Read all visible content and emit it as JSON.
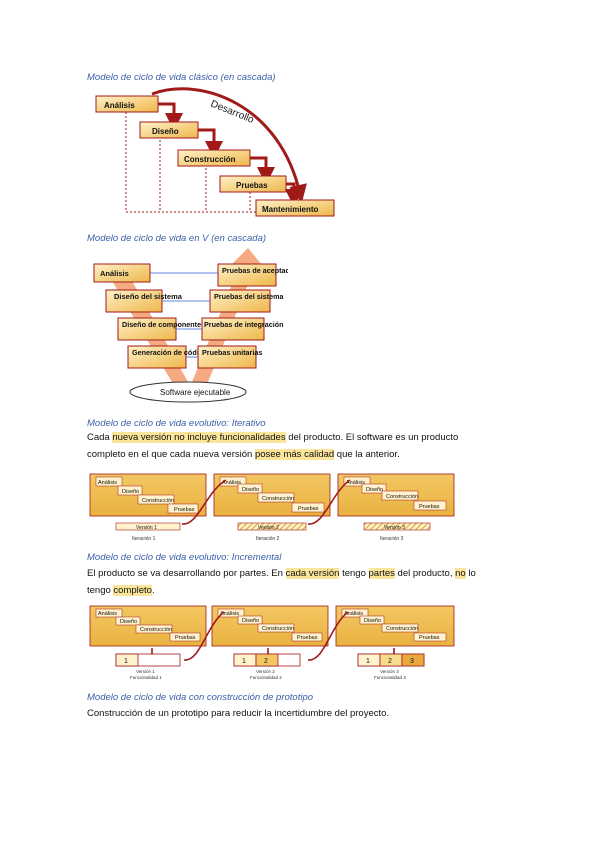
{
  "sections": {
    "s1": {
      "heading": "Modelo de ciclo de vida clásico (en cascada)",
      "diagram": {
        "stages": [
          "Análisis",
          "Diseño",
          "Construcción",
          "Pruebas",
          "Mantenimiento"
        ],
        "arc_label": "Desarrollo"
      }
    },
    "s2": {
      "heading": "Modelo de ciclo de vida en V (en cascada)",
      "diagram": {
        "left": [
          "Análisis",
          "Diseño del sistema",
          "Diseño de componentes",
          "Generación de código"
        ],
        "right": [
          "Pruebas de aceptación",
          "Pruebas del sistema",
          "Pruebas de integración",
          "Pruebas unitarias"
        ],
        "bottom": "Software ejecutable"
      }
    },
    "s3": {
      "heading": "Modelo de ciclo de vida evolutivo: Iterativo",
      "para": {
        "p1": "Cada ",
        "h1": "nueva versión no incluye funcionalidades",
        "p2": " del producto. El software es un producto",
        "p3": "completo en el que cada nueva versión ",
        "h2": "posee más calidad",
        "p4": " que la anterior."
      },
      "diagram": {
        "steps": [
          "Análisis",
          "Diseño",
          "Construcción",
          "Pruebas"
        ],
        "versions": [
          "Versión 1",
          "Versión 2",
          "Versión 3"
        ],
        "iterations": [
          "Iteración 1",
          "Iteración 2",
          "Iteración 3"
        ]
      }
    },
    "s4": {
      "heading": "Modelo de ciclo de vida evolutivo: Incremental",
      "para": {
        "p1": "El producto se va desarrollando por partes. En ",
        "h1": "cada versión",
        "p2": " tengo ",
        "h2": "partes",
        "p3": " del producto, ",
        "h3": "no",
        "p4": " lo",
        "p5": "tengo ",
        "h4": "completo",
        "p6": "."
      },
      "diagram": {
        "steps": [
          "Análisis",
          "Diseño",
          "Construcción",
          "Pruebas"
        ],
        "parts": [
          "1",
          "2",
          "3"
        ],
        "versions": [
          "Versión 1",
          "Versión 2",
          "Versión 3"
        ],
        "functionalities": [
          "Funcionalidad 1",
          "Funcionalidad 2",
          "Funcionalidad 3"
        ]
      }
    },
    "s5": {
      "heading": "Modelo de ciclo de vida con construcción de prototipo",
      "para": "Construcción de un prototipo para reducir la incertidumbre del proyecto."
    }
  },
  "colors": {
    "heading": "#3b5fa8",
    "arrow": "#a01a1a",
    "box": "#f2c35a",
    "box_light": "#fff2cc",
    "highlight": "#fbe59b",
    "v_arrow": "#f39b6b"
  }
}
